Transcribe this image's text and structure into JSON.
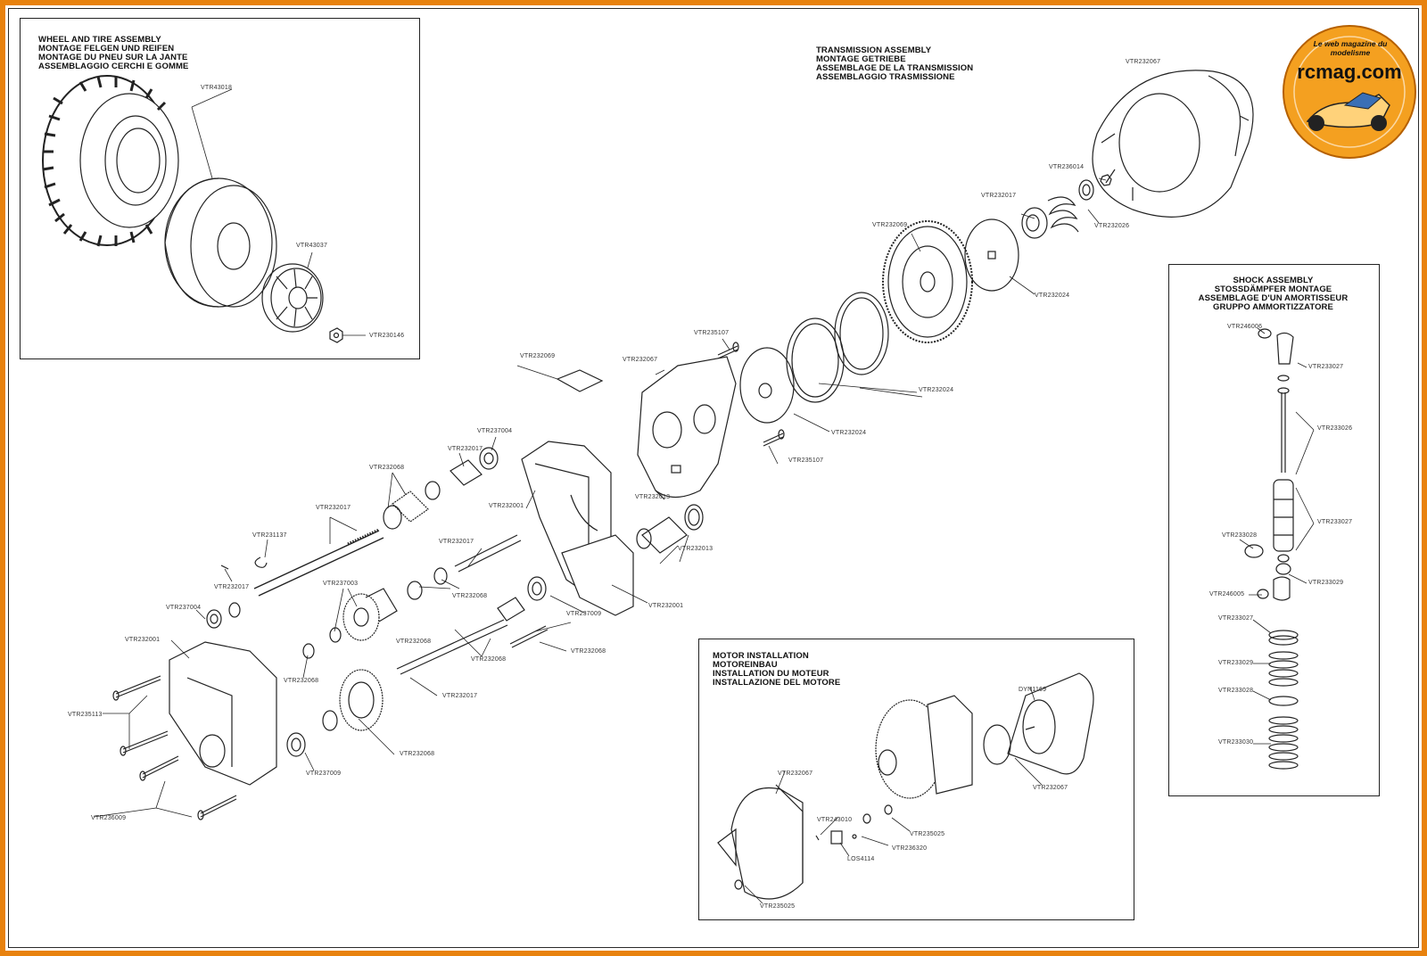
{
  "colors": {
    "frame": "#e8820e",
    "line": "#222222",
    "logo_fill": "#f4a020",
    "logo_text": "#111111"
  },
  "logo": {
    "name": "rcmag.com",
    "tagline": "Le web magazine du modelisme"
  },
  "sections": {
    "wheel": {
      "title": [
        "WHEEL AND TIRE ASSEMBLY",
        "MONTAGE FELGEN UND REIFEN",
        "MONTAGE DU PNEU SUR LA JANTE",
        "ASSEMBLAGGIO CERCHI E GOMME"
      ]
    },
    "transmission": {
      "title": [
        "TRANSMISSION ASSEMBLY",
        "MONTAGE GETRIEBE",
        "ASSEMBLAGE DE LA TRANSMISSION",
        "ASSEMBLAGGIO TRASMISSIONE"
      ]
    },
    "shock": {
      "title": [
        "SHOCK ASSEMBLY",
        "STOßDÄMPFER MONTAGE",
        "ASSEMBLAGE D'UN AMORTISSEUR",
        "GRUPPO AMMORTIZZATORE"
      ]
    },
    "motor": {
      "title": [
        "MOTOR INSTALLATION",
        "MOTOREINBAU",
        "INSTALLATION DU MOTEUR",
        "INSTALLAZIONE DEL MOTORE"
      ]
    }
  },
  "part_numbers": {
    "wheel_tire": "VTR43018",
    "wheel_rim": "VTR43037",
    "wheel_nut": "VTR230146",
    "bell_housing": "VTR232067",
    "spring_nut": "VTR236014",
    "bearing_top": "VTR232017",
    "slipper_spring": "VTR232026",
    "spur_gear": "VTR232069",
    "slipper_plate": "VTR232024",
    "slipper_pad_a": "VTR232024",
    "slipper_pad_b": "VTR232024",
    "screw_top": "VTR235107",
    "screw_mid": "VTR235107",
    "motor_plate": "VTR232067",
    "cover_small": "VTR232069",
    "bearing_5": "VTR237004",
    "spacer_tube": "VTR232017",
    "pinion_top": "VTR232068",
    "main_shaft": "VTR232017",
    "e_clip": "VTR231137",
    "pin_small": "VTR232017",
    "bearing_left": "VTR237004",
    "case_half_top": "VTR232001",
    "pin_top": "VTR232013",
    "outdrive": "VTR232013",
    "idler_shaft": "VTR232017",
    "idler_gear": "VTR237003",
    "bushing_a": "VTR232068",
    "spacer_mid": "VTR232068",
    "bearing_right": "VTR237009",
    "case_half_right": "VTR232001",
    "case_half_left": "VTR232001",
    "output_shaft": "VTR232017",
    "shaft_small": "VTR232068",
    "bearing_low": "VTR237009",
    "gear_low": "VTR232068",
    "spacer_low": "VTR232068",
    "spacer_b": "VTR232068",
    "screws_long": "VTR235113",
    "screws_case": "VTR236009",
    "motor": "DYN1169",
    "motor_gasket": "VTR232067",
    "motor_cover": "VTR232067",
    "set_screw": "VTR243010",
    "pinion_motor": "VTR235025",
    "grub": "VTR236320",
    "pinion": "LOS4114",
    "motor_screw": "VTR235025",
    "shock_cap": "VTR246006",
    "shock_top": "VTR233027",
    "shock_shaft": "VTR233026",
    "shock_body": "VTR233027",
    "shock_cup": "VTR233028",
    "shock_end": "VTR233029",
    "shock_rod_end": "VTR246005",
    "shock_collar": "VTR233027",
    "spring_top": "VTR233029",
    "spring_ring": "VTR233028",
    "spring_main": "VTR233030"
  }
}
